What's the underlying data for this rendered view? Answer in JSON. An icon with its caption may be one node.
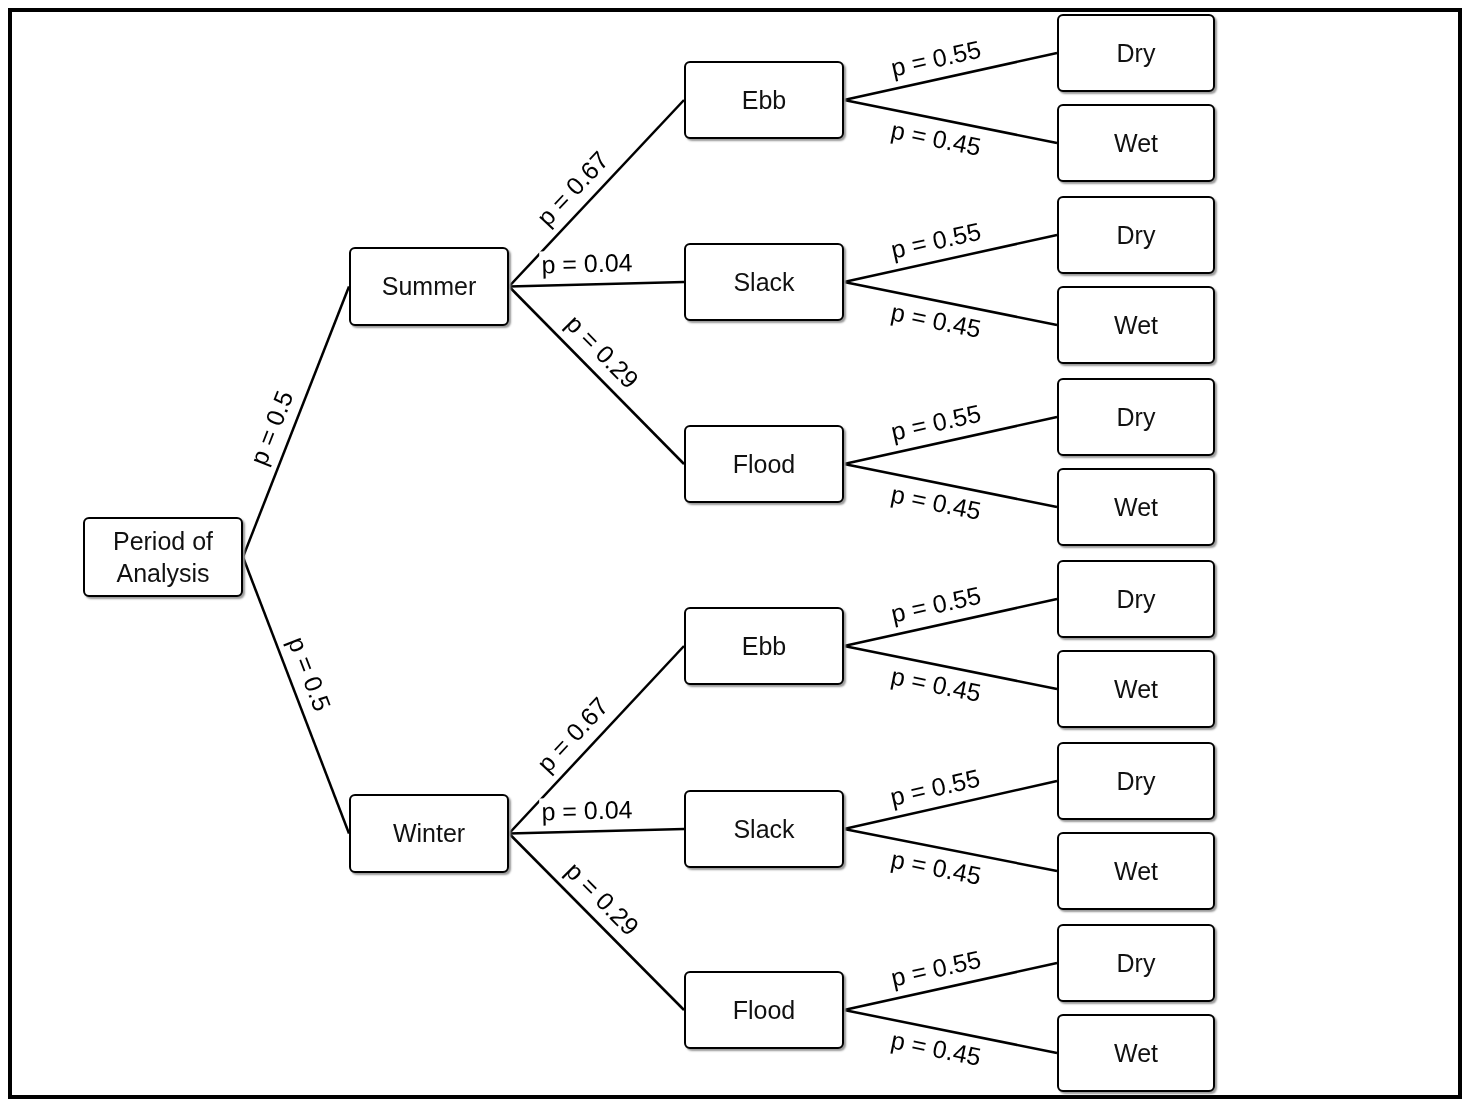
{
  "diagram": {
    "nodes": [
      {
        "text": [
          "Period of Analysis"
        ]
      },
      {
        "text": [
          "Summer"
        ]
      },
      {
        "text": [
          "Ebb"
        ]
      },
      {
        "text": [
          "Dry"
        ]
      },
      {
        "text": [
          "Wet"
        ]
      },
      {
        "text": [
          "Slack"
        ]
      },
      {
        "text": [
          "Dry"
        ]
      },
      {
        "text": [
          "Wet"
        ]
      },
      {
        "text": [
          "Flood"
        ]
      },
      {
        "text": [
          "Dry"
        ]
      },
      {
        "text": [
          "Wet"
        ]
      },
      {
        "text": [
          "Winter"
        ]
      },
      {
        "text": [
          "Ebb"
        ]
      },
      {
        "text": [
          "Dry"
        ]
      },
      {
        "text": [
          "Wet"
        ]
      },
      {
        "text": [
          "Slack"
        ]
      },
      {
        "text": [
          "Dry"
        ]
      },
      {
        "text": [
          "Wet"
        ]
      },
      {
        "text": [
          "Flood"
        ]
      },
      {
        "text": [
          "Dry"
        ]
      },
      {
        "text": [
          "Wet"
        ]
      }
    ],
    "edges": [
      {
        "from": 0,
        "to": 1,
        "arrow": "none",
        "label": "p = 0.5"
      },
      {
        "from": 1,
        "to": 2,
        "arrow": "none",
        "label": "p = 0.67"
      },
      {
        "from": 2,
        "to": 3,
        "arrow": "none",
        "label": "p = 0.55"
      },
      {
        "from": 2,
        "to": 4,
        "arrow": "none",
        "label": "p = 0.45"
      },
      {
        "from": 1,
        "to": 5,
        "arrow": "none",
        "label": "p = 0.04"
      },
      {
        "from": 5,
        "to": 6,
        "arrow": "none",
        "label": "p = 0.55"
      },
      {
        "from": 5,
        "to": 7,
        "arrow": "none",
        "label": "p = 0.45"
      },
      {
        "from": 1,
        "to": 8,
        "arrow": "none",
        "label": "p = 0.29"
      },
      {
        "from": 8,
        "to": 9,
        "arrow": "none",
        "label": "p = 0.55"
      },
      {
        "from": 8,
        "to": 10,
        "arrow": "none",
        "label": "p = 0.45"
      },
      {
        "from": 0,
        "to": 11,
        "arrow": "none",
        "label": "p = 0.5"
      },
      {
        "from": 11,
        "to": 12,
        "arrow": "none",
        "label": "p = 0.67"
      },
      {
        "from": 12,
        "to": 13,
        "arrow": "none",
        "label": "p = 0.55"
      },
      {
        "from": 12,
        "to": 14,
        "arrow": "none",
        "label": "p = 0.45"
      },
      {
        "from": 11,
        "to": 15,
        "arrow": "none",
        "label": "p = 0.04"
      },
      {
        "from": 15,
        "to": 16,
        "arrow": "none",
        "label": "p = 0.55"
      },
      {
        "from": 15,
        "to": 17,
        "arrow": "none",
        "label": "p = 0.45"
      },
      {
        "from": 11,
        "to": 18,
        "arrow": "none",
        "label": "p = 0.29"
      },
      {
        "from": 18,
        "to": 19,
        "arrow": "none",
        "label": "p = 0.55"
      },
      {
        "from": 18,
        "to": 20,
        "arrow": "none",
        "label": "p = 0.45"
      }
    ]
  }
}
